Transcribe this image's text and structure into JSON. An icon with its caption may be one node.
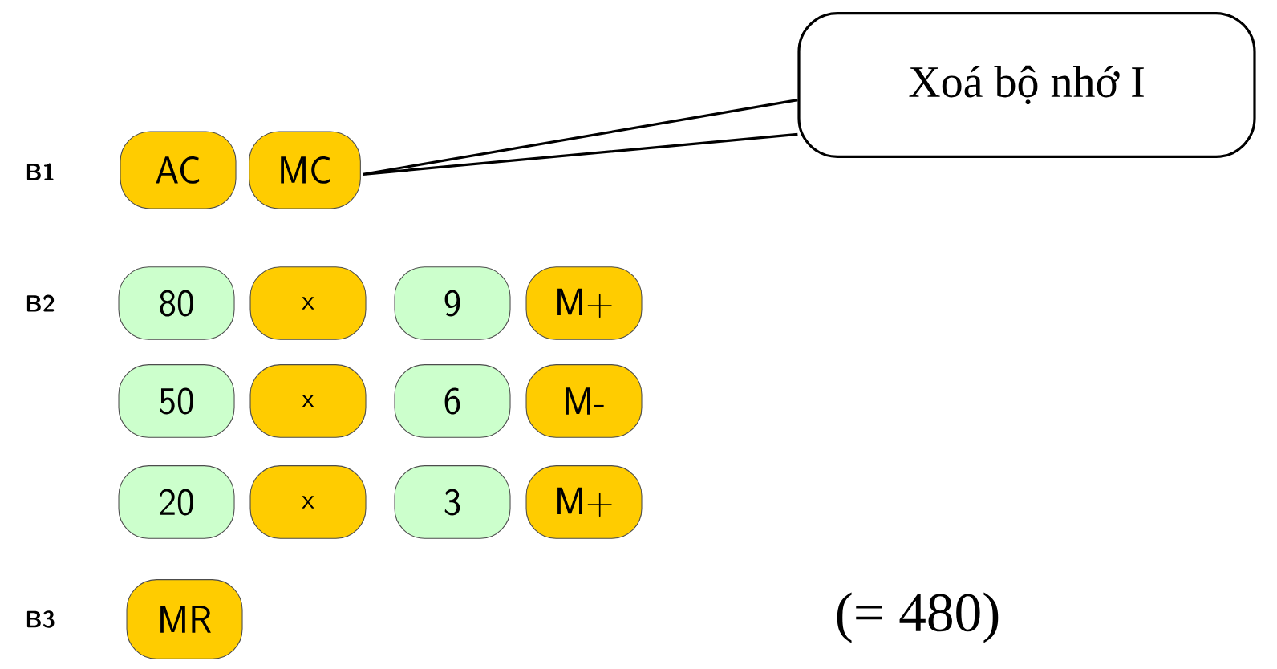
{
  "diagram": {
    "nodes": [
      {
        "text": [
          "AC"
        ]
      },
      {
        "text": [
          "MC"
        ]
      },
      {
        "text": [
          "Xoá bộ nhớ I"
        ]
      },
      {
        "text": [
          "80"
        ]
      },
      {
        "text": [
          "x"
        ]
      },
      {
        "text": [
          "9"
        ]
      },
      {
        "text": [
          "M+"
        ]
      },
      {
        "text": [
          "50"
        ]
      },
      {
        "text": [
          "x"
        ]
      },
      {
        "text": [
          "6"
        ]
      },
      {
        "text": [
          "M-"
        ]
      },
      {
        "text": [
          "20"
        ]
      },
      {
        "text": [
          "x"
        ]
      },
      {
        "text": [
          "3"
        ]
      },
      {
        "text": [
          "M+"
        ]
      },
      {
        "text": [
          "MR"
        ]
      }
    ],
    "edges": [
      {
        "from": 2,
        "to": 1,
        "arrow": "none"
      }
    ],
    "labels": [
      "B1",
      "B2",
      "B3",
      "(= 480)"
    ]
  }
}
